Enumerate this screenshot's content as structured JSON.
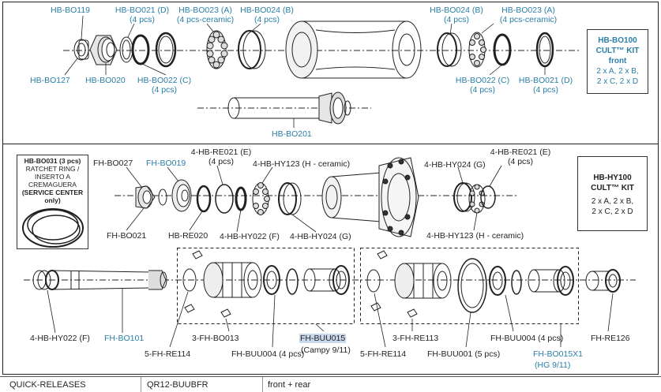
{
  "front": {
    "labels": {
      "bo119": "HB-BO119",
      "bo021d": "HB-BO021 (D)",
      "bo021d_q": "(4 pcs)",
      "bo023a": "HB-BO023 (A)",
      "bo023a_q": "(4 pcs-ceramic)",
      "bo024b": "HB-BO024 (B)",
      "bo024b_q": "(4 pcs)",
      "bo127": "HB-BO127",
      "bo020": "HB-BO020",
      "bo022c": "HB-BO022 (C)",
      "bo022c_q": "(4 pcs)",
      "r_bo024b": "HB-BO024 (B)",
      "r_bo024b_q": "(4 pcs)",
      "r_bo023a": "HB-BO023 (A)",
      "r_bo023a_q": "(4 pcs-ceramic)",
      "r_bo022c": "HB-BO022 (C)",
      "r_bo022c_q": "(4 pcs)",
      "r_bo021d": "HB-BO021 (D)",
      "r_bo021d_q": "(4 pcs)",
      "bo201": "HB-BO201"
    },
    "kit": {
      "line1": "HB-BO100",
      "line2": "CULT™ KIT",
      "line3": "front",
      "line4": "2 x A, 2 x B,",
      "line5": "2 x C, 2 x D"
    }
  },
  "rear": {
    "service": {
      "line1": "HB-BO031 (3 pcs)",
      "line2": "RATCHET RING /",
      "line3": "INSERTO A",
      "line4": "CREMAGUERA",
      "line5": "(SERVICE CENTER only)"
    },
    "labels": {
      "fh_bo027": "FH-BO027",
      "fh_bo019": "FH-BO019",
      "re021e": "4-HB-RE021 (E)",
      "re021e_q": "(4 pcs)",
      "hy123": "4-HB-HY123 (H - ceramic)",
      "fh_bo021": "FH-BO021",
      "fh_re020": "HB-RE020",
      "hy022f": "4-HB-HY022 (F)",
      "hy024g": "4-HB-HY024 (G)",
      "r_re021e": "4-HB-RE021 (E)",
      "r_re021e_q": "(4 pcs)",
      "r_hy024g_top": "4-HB-HY024 (G)",
      "r_hy123": "4-HB-HY123 (H - ceramic)",
      "hy022f_axle": "4-HB-HY022 (F)",
      "fh_bo101": "FH-BO101",
      "re114": "5-FH-RE114",
      "bo013": "3-FH-BO013",
      "buu004": "FH-BUU004 (4 pcs)",
      "buu015": "FH-BUU015",
      "campy": "(Campy 9/11)",
      "re114b": "5-FH-RE114",
      "re113": "3-FH-RE113",
      "buu001": "FH-BUU001 (5 pcs)",
      "buu004b": "FH-BUU004 (4 pcs)",
      "bo015x1": "FH-BO015X1",
      "hg": "(HG 9/11)",
      "re126": "FH-RE126"
    },
    "kit": {
      "line1": "HB-HY100",
      "line2": "CULT™ KIT",
      "line3": "2 x A, 2 x B,",
      "line4": "2 x C, 2 x D"
    }
  },
  "table": {
    "col1": "QUICK-RELEASES",
    "col2": "QR12-BUUBFR",
    "col3": "front + rear"
  }
}
